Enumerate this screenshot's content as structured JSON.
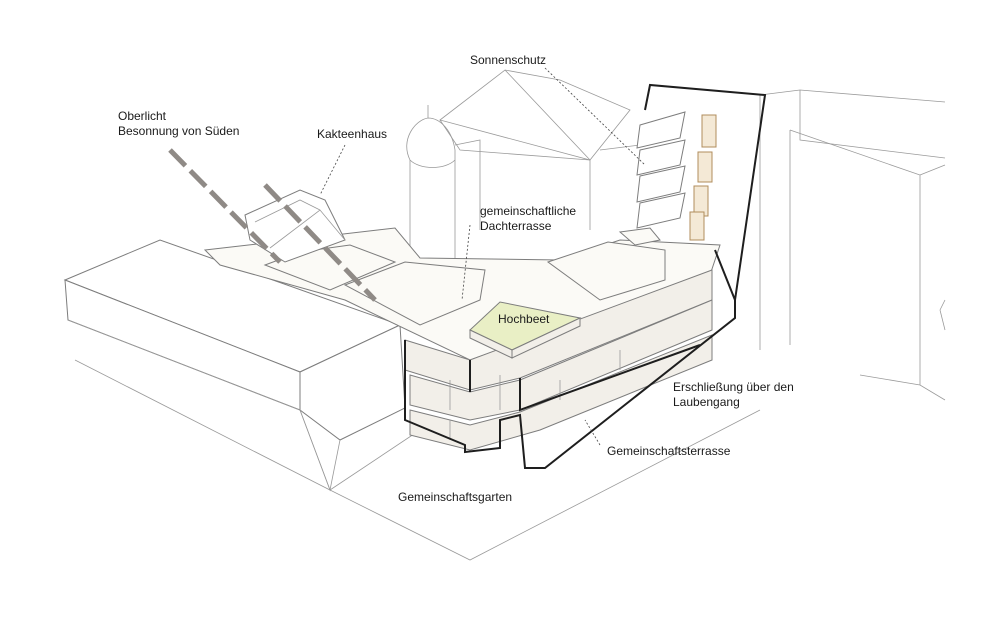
{
  "labels": {
    "oberlicht_line1": "Oberlicht",
    "oberlicht_line2": "Besonnung von Süden",
    "kakteenhaus": "Kakteenhaus",
    "sonnenschutz": "Sonnenschutz",
    "dachterrasse_line1": "gemeinschaftliche",
    "dachterrasse_line2": "Dachterrasse",
    "hochbeet": "Hochbeet",
    "erschliessung_line1": "Erschließung über den",
    "erschliessung_line2": "Laubengang",
    "gemeinschaftsterrasse": "Gemeinschaftsterrasse",
    "gemeinschaftsgarten": "Gemeinschaftsgarten"
  },
  "colors": {
    "hochbeet_fill": "#e9efc5",
    "sunshade_fill": "#f3eee6",
    "window_fill": "#f4e9d6",
    "window_stroke": "#b08d5c",
    "sun_ray": "#8f8a86",
    "building_outline": "#1e1e1e"
  }
}
